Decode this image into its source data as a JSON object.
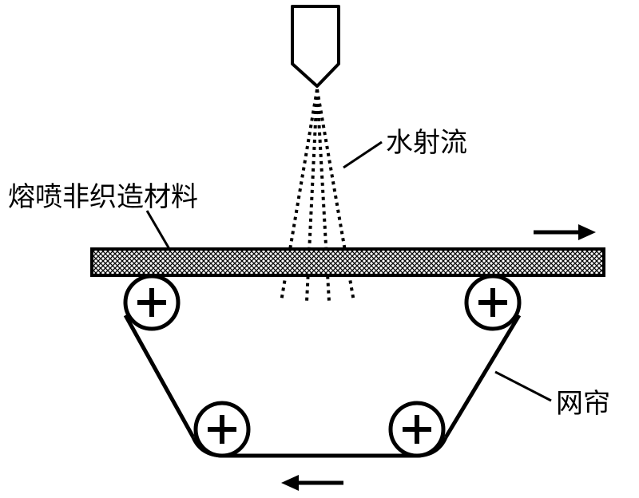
{
  "labels": {
    "water_jet": "水射流",
    "meltblown_nonwoven": "熔喷非织造材料",
    "mesh_curtain": "网帘"
  },
  "icons": {
    "nozzle": "nozzle-icon",
    "roller": "roller-plus-icon",
    "arrow_right": "arrow-right-icon",
    "arrow_left": "arrow-left-icon"
  },
  "colors": {
    "ink": "#000000",
    "background": "#ffffff"
  }
}
